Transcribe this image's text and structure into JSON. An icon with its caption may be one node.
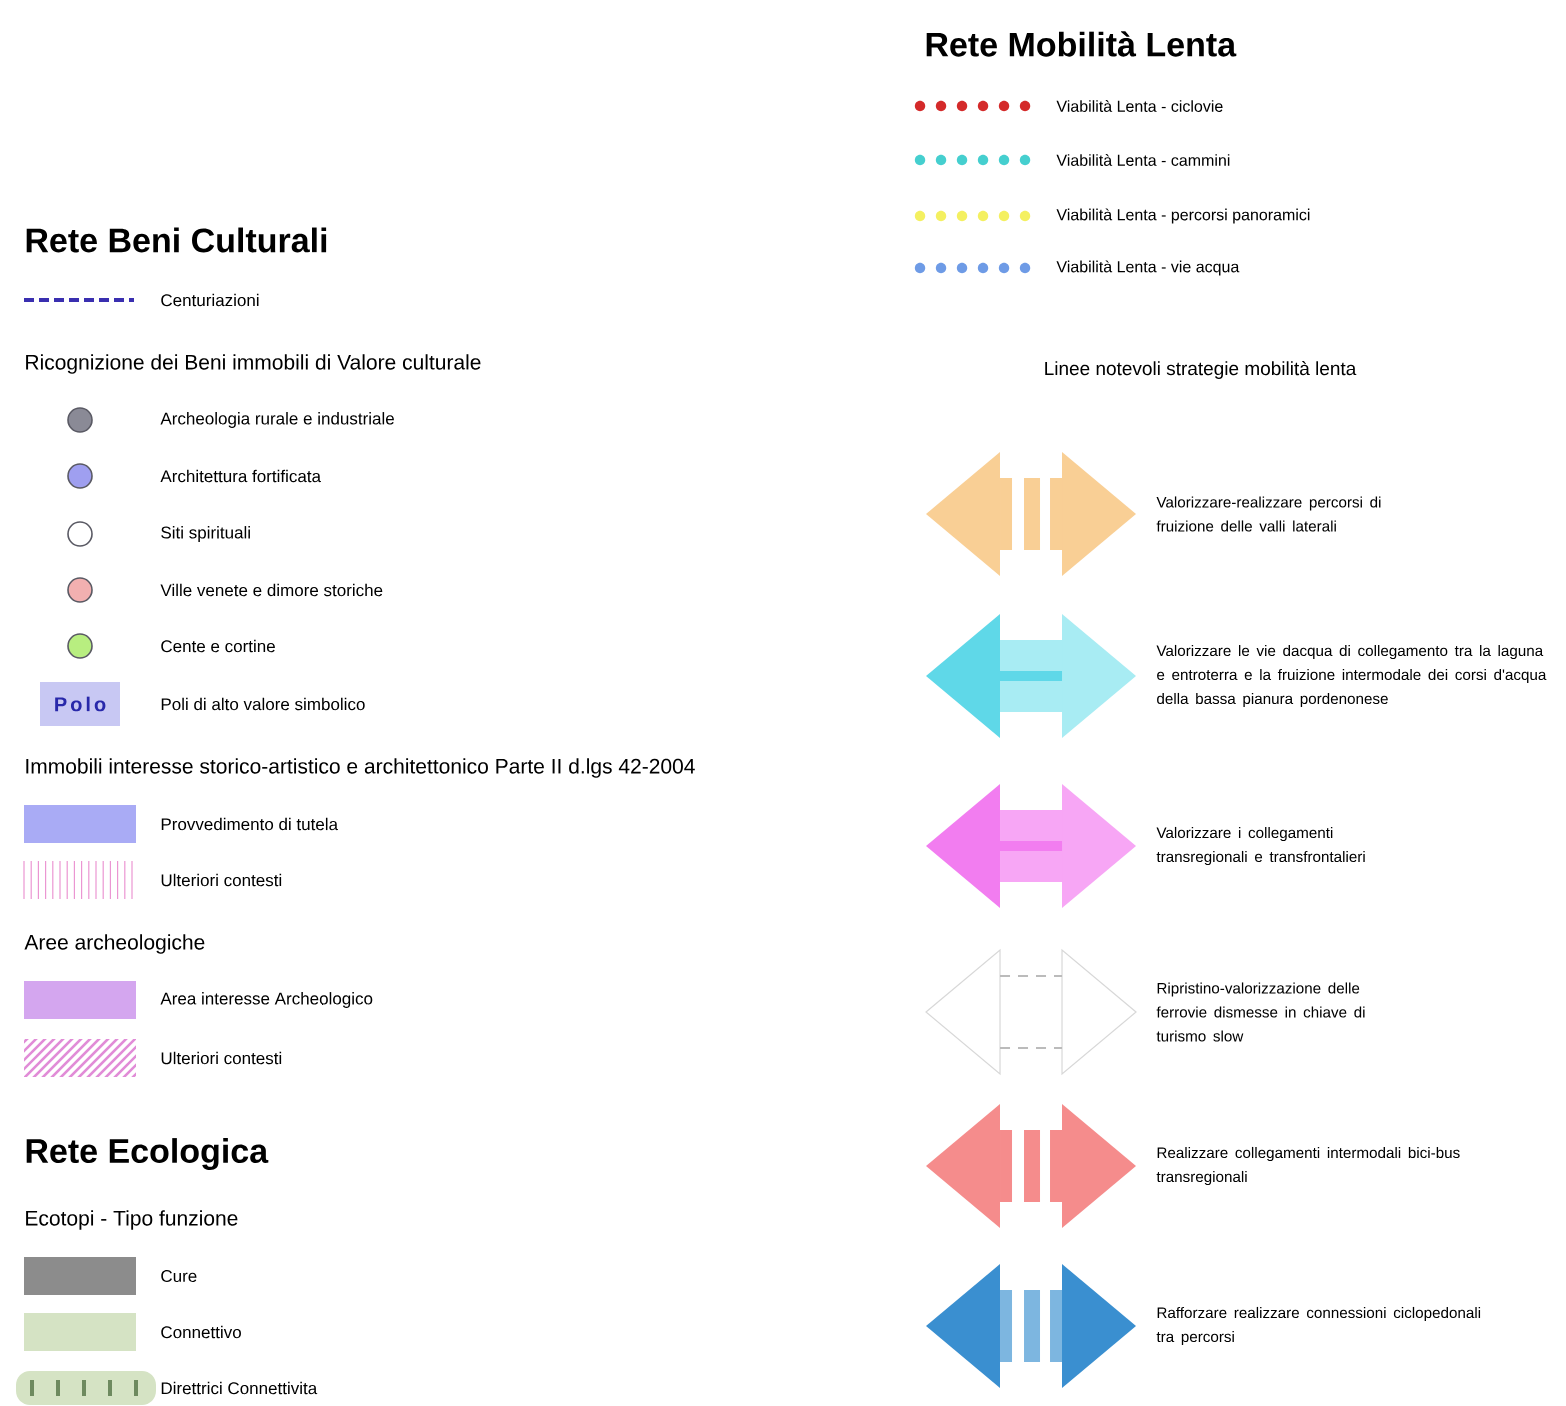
{
  "diagram": {
    "labels": [
      "Rete Mobilità Lenta",
      "Rete Beni Culturali",
      "Ricognizione dei Beni immobili di Valore culturale",
      "Polo",
      "Immobili interesse storico-artistico e architettonico Parte II d.lgs 42-2004",
      "Aree archeologiche",
      "Rete Ecologica",
      "Ecotopi - Tipo funzione",
      "Linee notevoli strategie mobilità lenta"
    ],
    "legend": [
      {
        "text": "Centuriazioni"
      },
      {
        "text": "Archeologia rurale e industriale",
        "color": "#8a8a96"
      },
      {
        "text": "Architettura fortificata",
        "color": "#9f9ff0"
      },
      {
        "text": "Siti spirituali"
      },
      {
        "text": "Ville venete e dimore storiche",
        "color": "#f2b0b0"
      },
      {
        "text": "Cente e cortine",
        "color": "#b8ee80"
      },
      {
        "text": "Poli di alto valore simbolico",
        "color": "#c8c8f3"
      },
      {
        "text": "Provvedimento di tutela",
        "color": "#a9abf5"
      },
      {
        "text": "Ulteriori contesti"
      },
      {
        "text": "Area interesse Archeologico",
        "color": "#d4a6ef"
      },
      {
        "text": "Ulteriori contesti"
      },
      {
        "text": "Cure",
        "color": "#8c8c8c"
      },
      {
        "text": "Connettivo",
        "color": "#d5e3c4"
      },
      {
        "text": "Direttrici Connettivita"
      },
      {
        "text": "Viabilità Lenta - ciclovie"
      },
      {
        "text": "Viabilità Lenta - cammini"
      },
      {
        "text": "Viabilità Lenta - percorsi panoramici"
      },
      {
        "text": "Viabilità Lenta - vie acqua"
      },
      {
        "text": "Valorizzare-realizzare percorsi di fruizione delle valli laterali"
      },
      {
        "text": "Valorizzare le vie dacqua di collegamento tra la laguna e entroterra e la fruizione intermodale dei corsi d'acqua della bassa pianura pordenonese"
      },
      {
        "text": "Valorizzare i collegamenti transregionali e transfrontalieri"
      },
      {
        "text": "Ripristino-valorizzazione delle ferrovie dismesse in chiave di turismo slow"
      },
      {
        "text": "Realizzare collegamenti intermodali bici-bus transregionali"
      },
      {
        "text": "Rafforzare realizzare connessioni ciclopedonali tra percorsi"
      }
    ]
  }
}
